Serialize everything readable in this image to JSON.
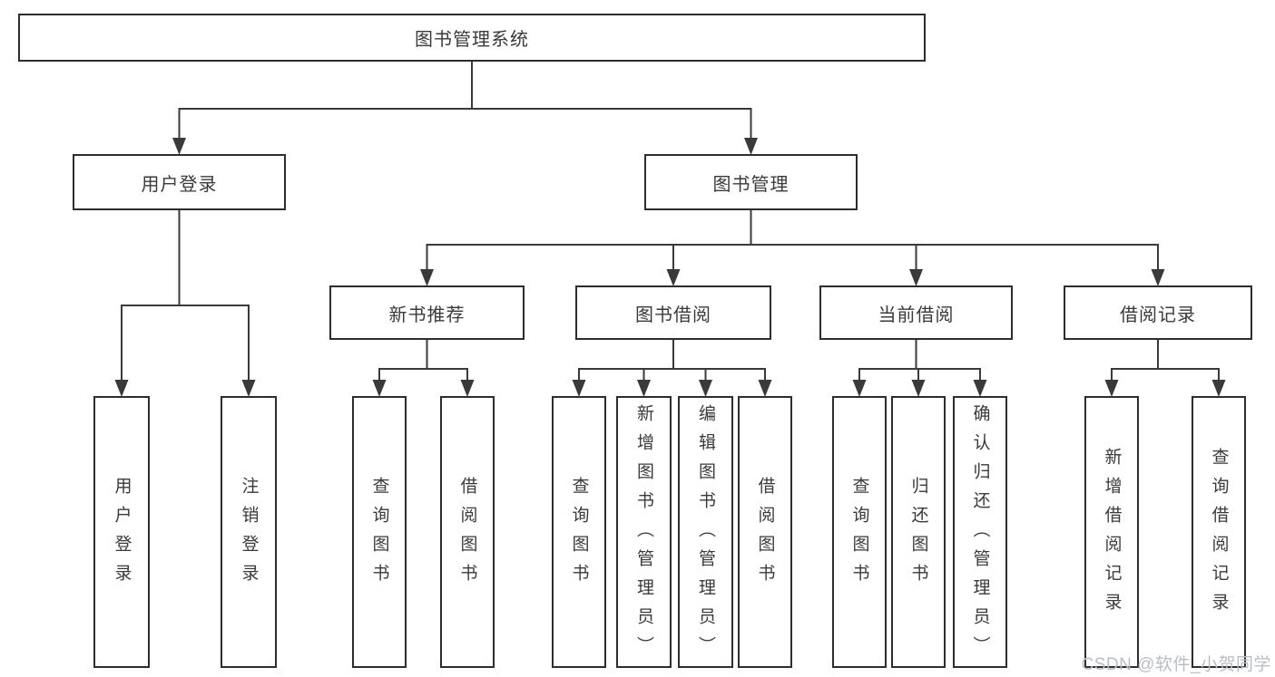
{
  "diagram": {
    "title": "图书管理系统",
    "type": "hierarchy-flowchart",
    "colors": {
      "line": "#3a3a3a",
      "border": "#2d2d2d",
      "text": "#3a3a3a",
      "box_fill": "#ffffff",
      "watermark": "#b9bdc8"
    },
    "watermark": {
      "text": "CSDN @软件_小贺同学"
    },
    "nodes": [
      {
        "id": "root",
        "label": "图书管理系统",
        "parent": null
      },
      {
        "id": "user-login",
        "label": "用户登录",
        "parent": "root"
      },
      {
        "id": "book-mgmt",
        "label": "图书管理",
        "parent": "root"
      },
      {
        "id": "new-book-rec",
        "label": "新书推荐",
        "parent": "book-mgmt"
      },
      {
        "id": "book-borrow",
        "label": "图书借阅",
        "parent": "book-mgmt"
      },
      {
        "id": "current-borrow",
        "label": "当前借阅",
        "parent": "book-mgmt"
      },
      {
        "id": "borrow-records",
        "label": "借阅记录",
        "parent": "book-mgmt"
      },
      {
        "id": "leaf-user-login",
        "label": "用户登录",
        "parent": "user-login"
      },
      {
        "id": "leaf-logout",
        "label": "注销登录",
        "parent": "user-login"
      },
      {
        "id": "leaf-nbr-query",
        "label": "查询图书",
        "parent": "new-book-rec"
      },
      {
        "id": "leaf-nbr-borrow",
        "label": "借阅图书",
        "parent": "new-book-rec"
      },
      {
        "id": "leaf-bb-query",
        "label": "查询图书",
        "parent": "book-borrow"
      },
      {
        "id": "leaf-bb-add",
        "label": "新增图书（管理员）",
        "parent": "book-borrow"
      },
      {
        "id": "leaf-bb-edit",
        "label": "编辑图书（管理员）",
        "parent": "book-borrow"
      },
      {
        "id": "leaf-bb-borrow",
        "label": "借阅图书",
        "parent": "book-borrow"
      },
      {
        "id": "leaf-cb-query",
        "label": "查询图书",
        "parent": "current-borrow"
      },
      {
        "id": "leaf-cb-return",
        "label": "归还图书",
        "parent": "current-borrow"
      },
      {
        "id": "leaf-cb-confirm",
        "label": "确认归还（管理员）",
        "parent": "current-borrow"
      },
      {
        "id": "leaf-br-add",
        "label": "新增借阅记录",
        "parent": "borrow-records"
      },
      {
        "id": "leaf-br-query",
        "label": "查询借阅记录",
        "parent": "borrow-records"
      }
    ]
  }
}
